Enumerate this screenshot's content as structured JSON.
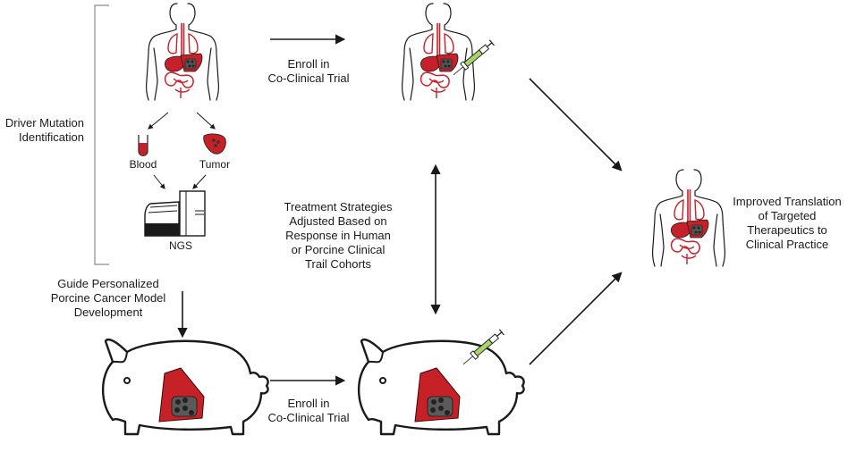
{
  "labels": {
    "driver_mutation": [
      "Driver Mutation",
      "Identification"
    ],
    "blood": "Blood",
    "tumor": "Tumor",
    "ngs": "NGS",
    "enroll_top": [
      "Enroll in",
      "Co-Clinical Trial"
    ],
    "enroll_bottom": [
      "Enroll in",
      "Co-Clinical Trial"
    ],
    "treatment": [
      "Treatment Strategies",
      "Adjusted Based on",
      "Response in Human",
      "or Porcine Clinical",
      "Trail Cohorts"
    ],
    "guide": [
      "Guide Personalized",
      "Porcine Cancer Model",
      "Development"
    ],
    "improved": [
      "Improved Translation",
      "of Targeted",
      "Therapeutics to",
      "Clinical Practice"
    ]
  },
  "colors": {
    "organ_red": "#c8202a",
    "liver_red": "#c62127",
    "tumor_dark": "#555555",
    "syringe_green": "#a9d46b",
    "outline": "#1a1a1a"
  },
  "icons": {
    "human": "human-body-icon",
    "pig": "pig-icon",
    "syringe": "syringe-icon",
    "blood_tube": "blood-tube-icon",
    "tumor": "tumor-tissue-icon",
    "sequencer": "ngs-sequencer-icon"
  }
}
